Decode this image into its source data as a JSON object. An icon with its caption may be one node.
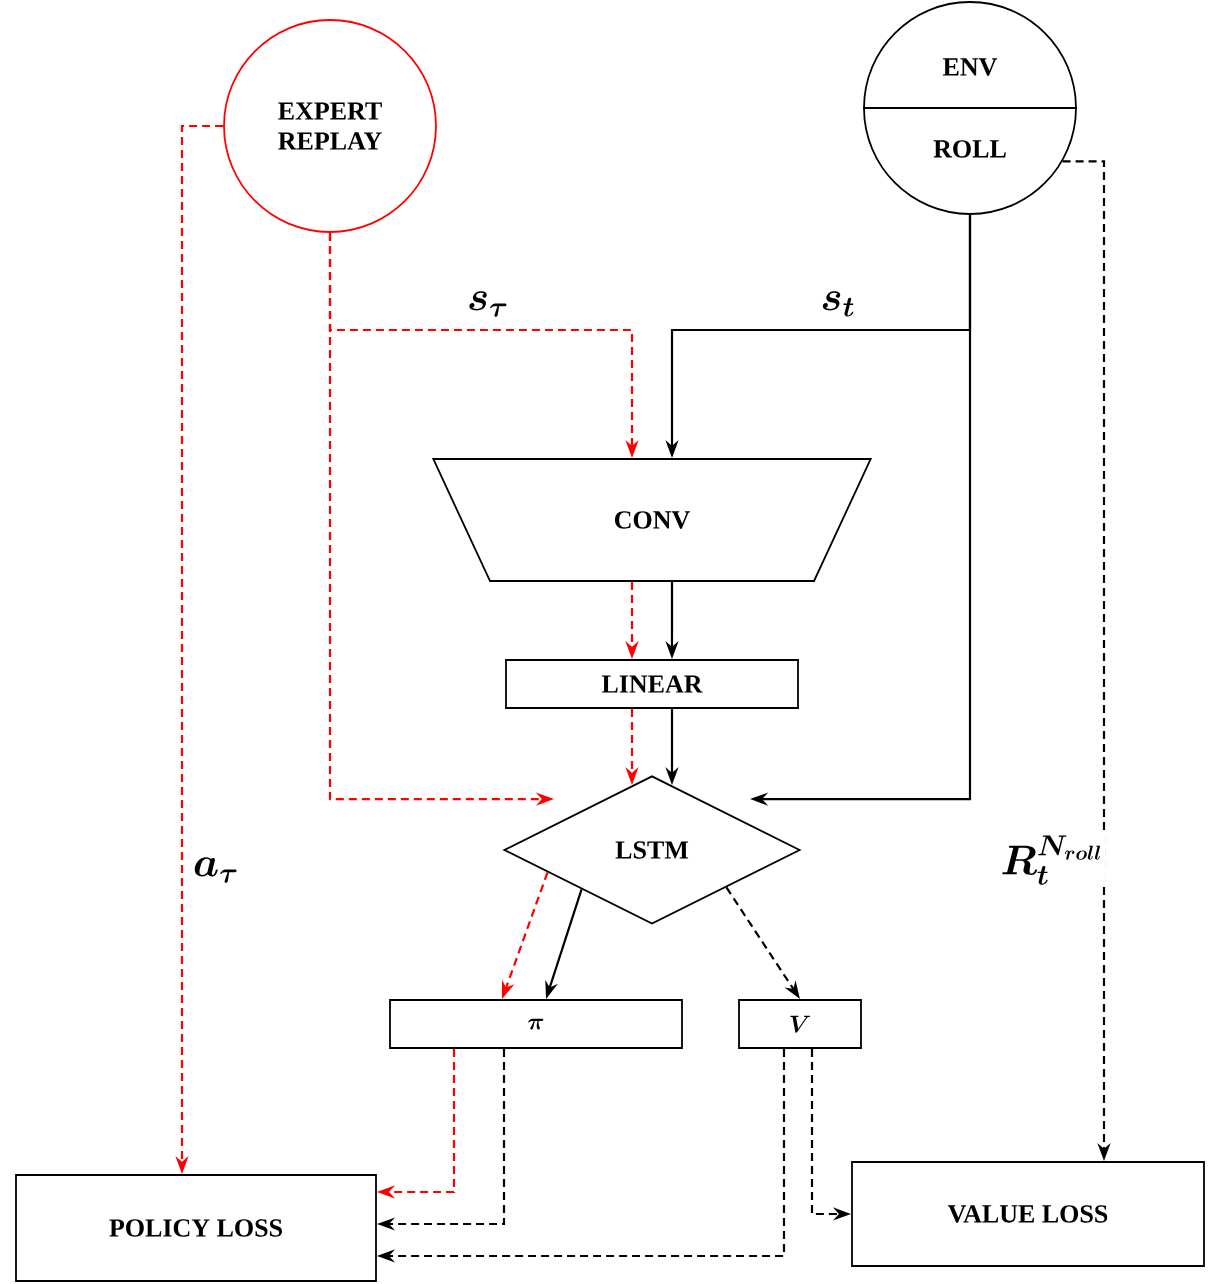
{
  "diagram": {
    "nodes": [
      {
        "text": [
          "EXPERT REPLAY"
        ]
      },
      {
        "text": [
          "ENV",
          "ROLL"
        ]
      },
      {
        "text": [
          "CONV"
        ]
      },
      {
        "text": [
          "LINEAR"
        ]
      },
      {
        "text": [
          "LSTM"
        ]
      },
      {
        "text": [
          "\\pi"
        ]
      },
      {
        "text": [
          "V"
        ]
      },
      {
        "text": [
          "POLICY LOSS"
        ]
      },
      {
        "text": [
          "VALUE LOSS"
        ]
      }
    ],
    "edges": [
      {
        "from": 0,
        "to": 7,
        "arrow": "to",
        "label": "a_{\\tau}",
        "style": "dashed",
        "color": "#ff0000"
      },
      {
        "from": 0,
        "to": 2,
        "arrow": "to",
        "label": "s_{\\tau}",
        "style": "dashed",
        "color": "#ff0000"
      },
      {
        "from": 0,
        "to": 4,
        "arrow": "to",
        "style": "dashed",
        "color": "#ff0000"
      },
      {
        "from": 1,
        "to": 2,
        "arrow": "to",
        "label": "s_{t}"
      },
      {
        "from": 1,
        "to": 4,
        "arrow": "to"
      },
      {
        "from": 1,
        "to": 8,
        "arrow": "to",
        "label": "R_{t}^{N_{roll}}",
        "style": "dashed"
      },
      {
        "from": 2,
        "to": 3,
        "arrow": "to",
        "style": "dashed",
        "color": "#ff0000"
      },
      {
        "from": 2,
        "to": 3,
        "arrow": "to"
      },
      {
        "from": 3,
        "to": 4,
        "arrow": "to",
        "style": "dashed",
        "color": "#ff0000"
      },
      {
        "from": 3,
        "to": 4,
        "arrow": "to"
      },
      {
        "from": 4,
        "to": 5,
        "arrow": "to",
        "style": "dashed",
        "color": "#ff0000"
      },
      {
        "from": 4,
        "to": 5,
        "arrow": "to"
      },
      {
        "from": 4,
        "to": 6,
        "arrow": "to",
        "style": "dashed"
      },
      {
        "from": 5,
        "to": 7,
        "arrow": "to",
        "style": "dashed",
        "color": "#ff0000"
      },
      {
        "from": 5,
        "to": 7,
        "arrow": "to",
        "style": "dashed"
      },
      {
        "from": 6,
        "to": 7,
        "arrow": "to",
        "style": "dashed"
      },
      {
        "from": 6,
        "to": 8,
        "arrow": "to",
        "style": "dashed"
      }
    ]
  }
}
